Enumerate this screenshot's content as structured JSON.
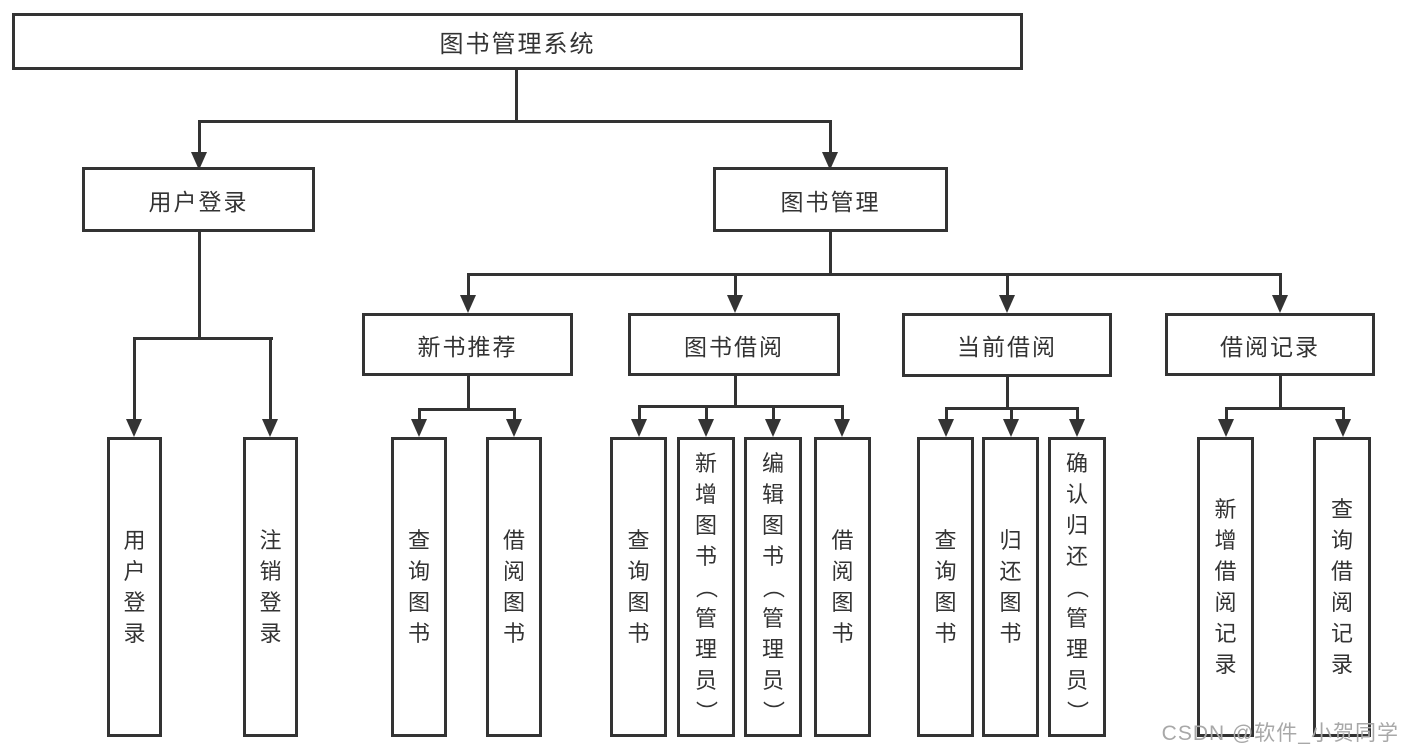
{
  "title": "图书管理系统",
  "watermark": {
    "text": "CSDN @软件_小贺同学"
  },
  "colors": {
    "line": "#333333",
    "text": "#333333",
    "box_background": "#ffffff",
    "page_background": "#ffffff",
    "watermark": "#a8a8a8"
  },
  "diagram": {
    "type": "tree",
    "nodes": [
      {
        "id": "root",
        "label": "图书管理系统",
        "parent": null,
        "level": 1
      },
      {
        "id": "user-login",
        "label": "用户登录",
        "parent": "root",
        "level": 2
      },
      {
        "id": "book-mgmt",
        "label": "图书管理",
        "parent": "root",
        "level": 2
      },
      {
        "id": "new-book-rec",
        "label": "新书推荐",
        "parent": "book-mgmt",
        "level": 3
      },
      {
        "id": "book-borrow",
        "label": "图书借阅",
        "parent": "book-mgmt",
        "level": 3
      },
      {
        "id": "current-borrow",
        "label": "当前借阅",
        "parent": "book-mgmt",
        "level": 3
      },
      {
        "id": "borrow-records",
        "label": "借阅记录",
        "parent": "book-mgmt",
        "level": 3
      },
      {
        "id": "leaf-user-login",
        "label": "用户登录",
        "parent": "user-login",
        "level": 4
      },
      {
        "id": "leaf-logout",
        "label": "注销登录",
        "parent": "user-login",
        "level": 4
      },
      {
        "id": "leaf-query-book-1",
        "label": "查询图书",
        "parent": "new-book-rec",
        "level": 4
      },
      {
        "id": "leaf-borrow-book-1",
        "label": "借阅图书",
        "parent": "new-book-rec",
        "level": 4
      },
      {
        "id": "leaf-query-book-2",
        "label": "查询图书",
        "parent": "book-borrow",
        "level": 4
      },
      {
        "id": "leaf-add-book",
        "label": "新增图书（管理员）",
        "parent": "book-borrow",
        "level": 4
      },
      {
        "id": "leaf-edit-book",
        "label": "编辑图书（管理员）",
        "parent": "book-borrow",
        "level": 4
      },
      {
        "id": "leaf-borrow-book-2",
        "label": "借阅图书",
        "parent": "book-borrow",
        "level": 4
      },
      {
        "id": "leaf-query-book-3",
        "label": "查询图书",
        "parent": "current-borrow",
        "level": 4
      },
      {
        "id": "leaf-return-book",
        "label": "归还图书",
        "parent": "current-borrow",
        "level": 4
      },
      {
        "id": "leaf-confirm-return",
        "label": "确认归还（管理员）",
        "parent": "current-borrow",
        "level": 4
      },
      {
        "id": "leaf-add-borrow-record",
        "label": "新增借阅记录",
        "parent": "borrow-records",
        "level": 4
      },
      {
        "id": "leaf-query-borrow-record",
        "label": "查询借阅记录",
        "parent": "borrow-records",
        "level": 4
      }
    ]
  }
}
